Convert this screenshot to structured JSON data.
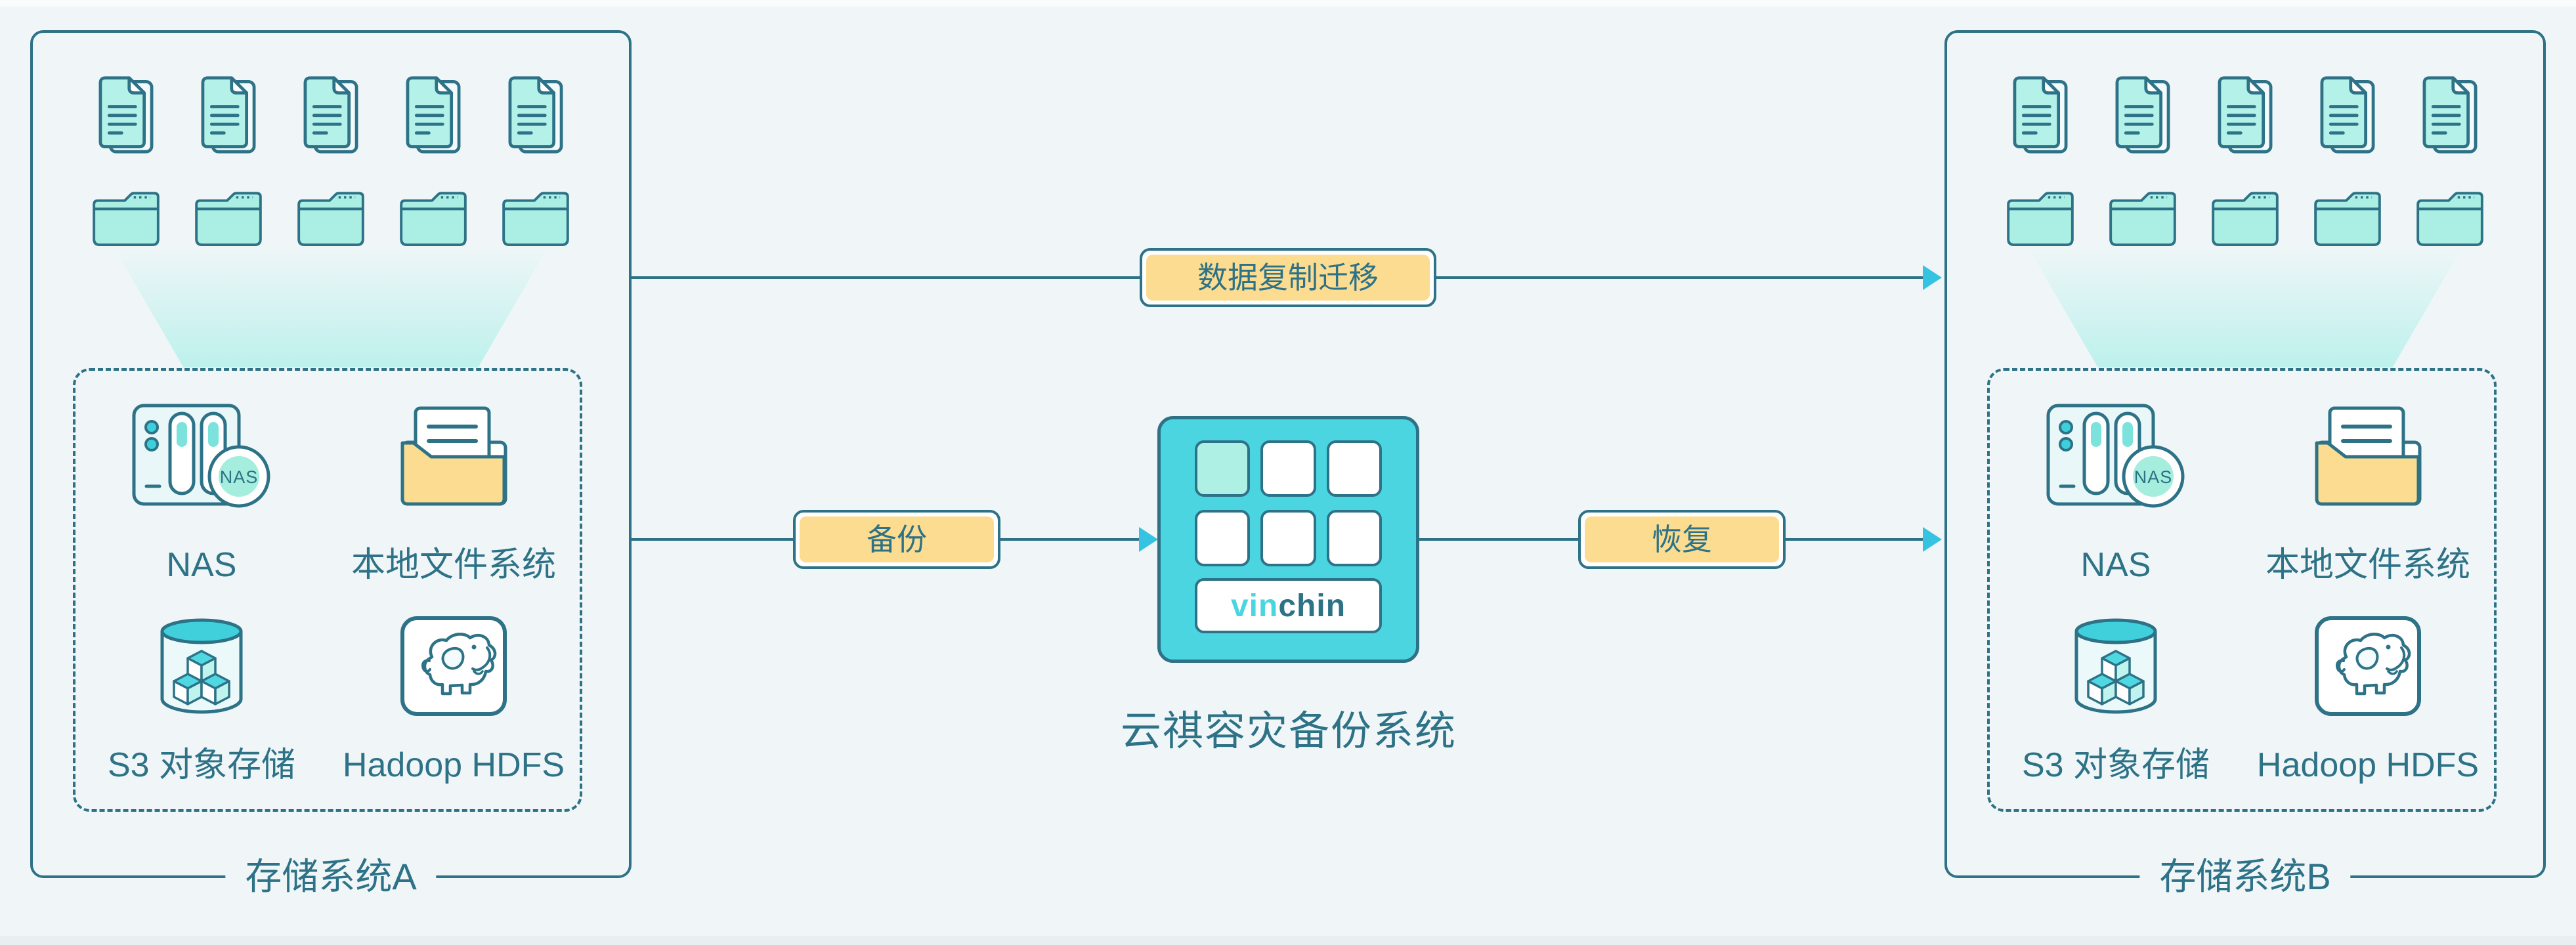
{
  "palette": {
    "background": "#f0f6f8",
    "stroke_teal": "#2d7286",
    "mint": "#b4f1e9",
    "appliance_cyan": "#4bd5e0",
    "arrowhead_cyan": "#36c3e1",
    "label_yellow": "#fcdc90",
    "folder_yellow": "#fcdc90"
  },
  "panel_a": {
    "title": "存储系统A",
    "nas_badge": "NAS",
    "items": [
      {
        "label": "NAS"
      },
      {
        "label": "本地文件系统"
      },
      {
        "label": "S3 对象存储"
      },
      {
        "label": "Hadoop HDFS"
      }
    ]
  },
  "panel_b": {
    "title": "存储系统B",
    "nas_badge": "NAS",
    "items": [
      {
        "label": "NAS"
      },
      {
        "label": "本地文件系统"
      },
      {
        "label": "S3 对象存储"
      },
      {
        "label": "Hadoop HDFS"
      }
    ]
  },
  "flows": {
    "replicate": {
      "label": "数据复制迁移"
    },
    "backup": {
      "label": "备份"
    },
    "restore": {
      "label": "恢复"
    }
  },
  "center": {
    "logo_vin": "vin",
    "logo_chin": "chin",
    "caption": "云祺容灾备份系统"
  }
}
